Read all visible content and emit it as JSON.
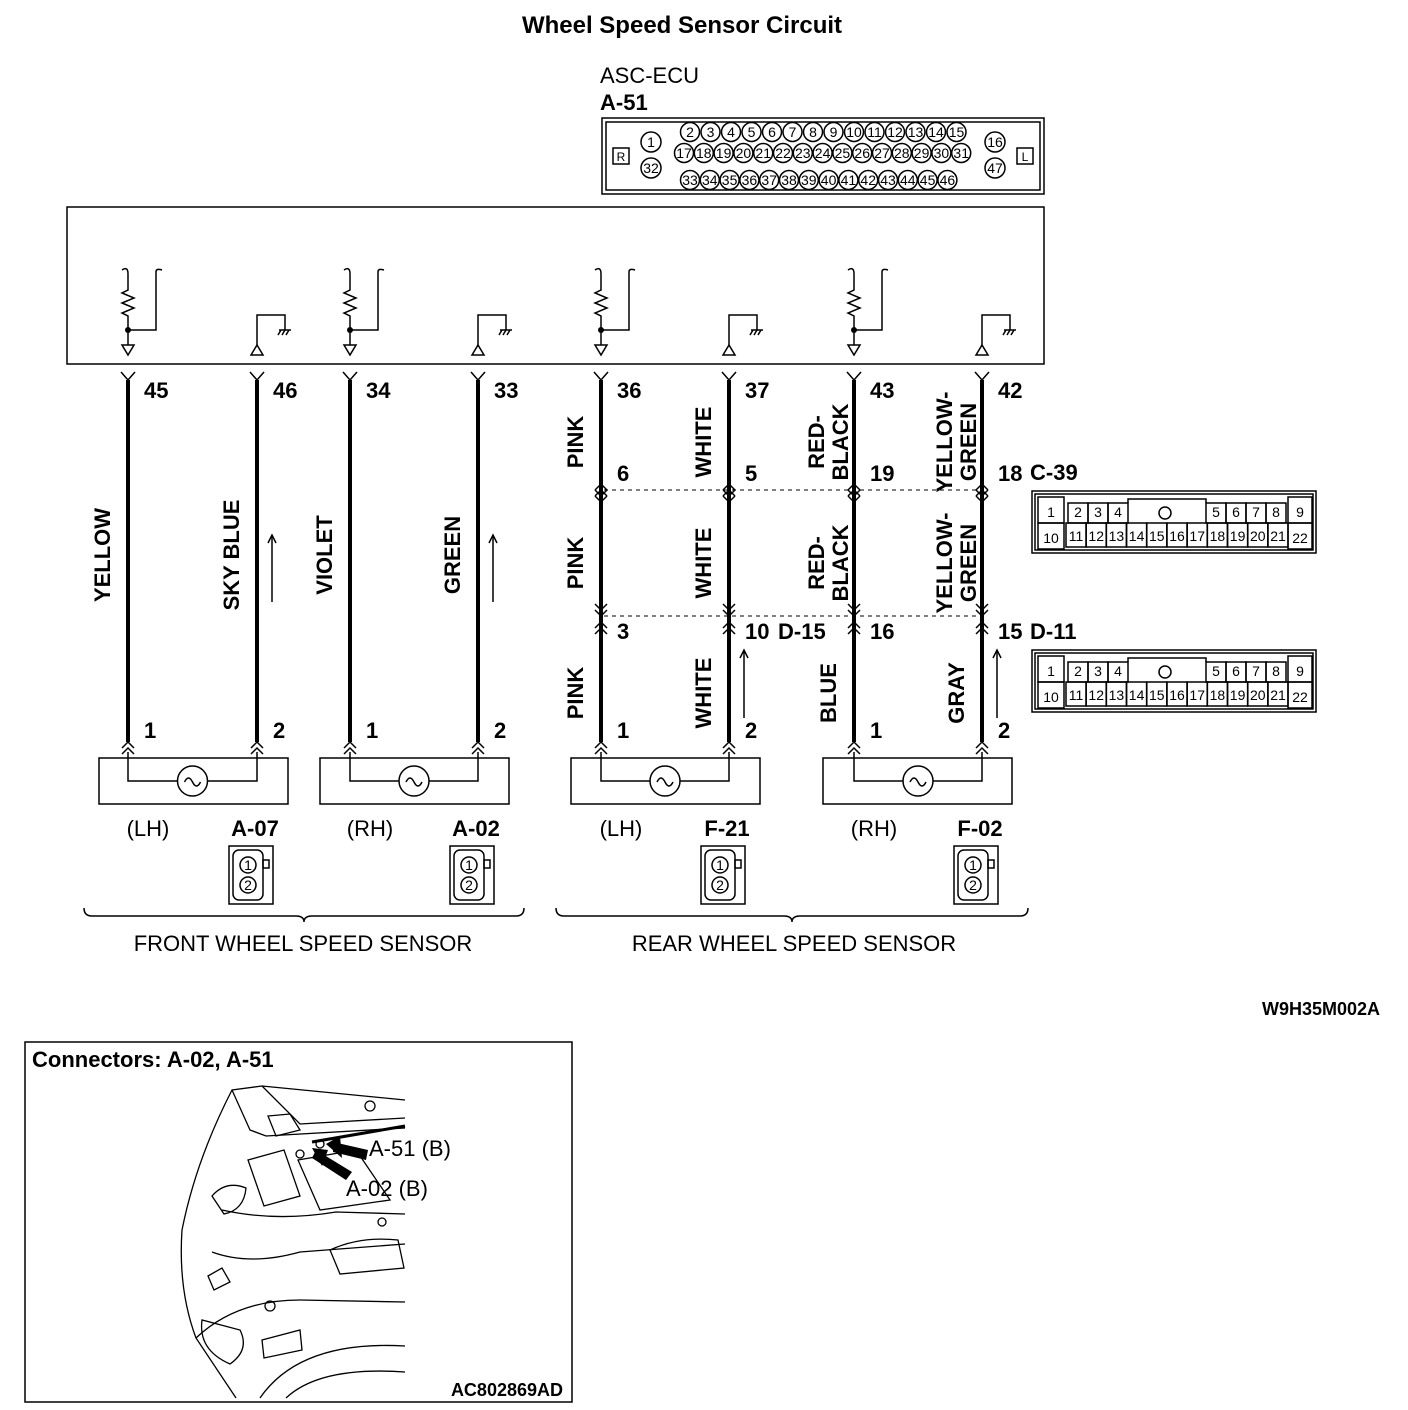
{
  "title": "Wheel Speed Sensor Circuit",
  "ecu": {
    "name": "ASC-ECU",
    "connector": "A-51",
    "side_r": "R",
    "side_l": "L",
    "top_row": [
      "2",
      "3",
      "4",
      "5",
      "6",
      "7",
      "8",
      "9",
      "10",
      "11",
      "12",
      "13",
      "14",
      "15"
    ],
    "mid_row": [
      "17",
      "18",
      "19",
      "20",
      "21",
      "22",
      "23",
      "24",
      "25",
      "26",
      "27",
      "28",
      "29",
      "30",
      "31"
    ],
    "bottom_row": [
      "33",
      "34",
      "35",
      "36",
      "37",
      "38",
      "39",
      "40",
      "41",
      "42",
      "43",
      "44",
      "45",
      "46"
    ],
    "left_pins": [
      "1",
      "32"
    ],
    "right_pins": [
      "16",
      "47"
    ]
  },
  "wires": [
    {
      "ecu_pin": "45",
      "colors": [
        "YELLOW"
      ],
      "sensor_pin": "1"
    },
    {
      "ecu_pin": "46",
      "colors": [
        "SKY BLUE"
      ],
      "sensor_pin": "2"
    },
    {
      "ecu_pin": "34",
      "colors": [
        "VIOLET"
      ],
      "sensor_pin": "1"
    },
    {
      "ecu_pin": "33",
      "colors": [
        "GREEN"
      ],
      "sensor_pin": "2"
    },
    {
      "ecu_pin": "36",
      "colors": [
        "PINK",
        "PINK",
        "PINK"
      ],
      "c39_pin": "6",
      "d_pin": "3",
      "sensor_pin": "1"
    },
    {
      "ecu_pin": "37",
      "colors": [
        "WHITE",
        "WHITE",
        "WHITE"
      ],
      "c39_pin": "5",
      "d_pin": "10",
      "sensor_pin": "2"
    },
    {
      "ecu_pin": "43",
      "colors": [
        "RED-|BLACK",
        "RED-|BLACK",
        "BLUE"
      ],
      "c39_pin": "19",
      "d_pin": "16",
      "sensor_pin": "1"
    },
    {
      "ecu_pin": "42",
      "colors": [
        "YELLOW-|GREEN",
        "YELLOW-|GREEN",
        "GRAY"
      ],
      "c39_pin": "18",
      "d_pin": "15",
      "sensor_pin": "2"
    }
  ],
  "intermediate": {
    "c39": "C-39",
    "d15": "D-15",
    "d11": "D-11",
    "c39_top": [
      "1",
      "2",
      "3",
      "4",
      "5",
      "6",
      "7",
      "8",
      "9"
    ],
    "c39_bottom": [
      "10",
      "11",
      "12",
      "13",
      "14",
      "15",
      "16",
      "17",
      "18",
      "19",
      "20",
      "21",
      "22"
    ],
    "d11_top": [
      "1",
      "2",
      "3",
      "4",
      "5",
      "6",
      "7",
      "8",
      "9"
    ],
    "d11_bottom": [
      "10",
      "11",
      "12",
      "13",
      "14",
      "15",
      "16",
      "17",
      "18",
      "19",
      "20",
      "21",
      "22"
    ]
  },
  "sensors": [
    {
      "side": "(LH)",
      "connector": "A-07"
    },
    {
      "side": "(RH)",
      "connector": "A-02"
    },
    {
      "side": "(LH)",
      "connector": "F-21"
    },
    {
      "side": "(RH)",
      "connector": "F-02"
    }
  ],
  "sensor_connector_pins": [
    "1",
    "2"
  ],
  "groups": {
    "front": "FRONT WHEEL SPEED SENSOR",
    "rear": "REAR WHEEL SPEED SENSOR"
  },
  "diagram_code": "W9H35M002A",
  "location_view": {
    "title": "Connectors: A-02, A-51",
    "callouts": [
      "A-51 (B)",
      "A-02 (B)"
    ],
    "code": "AC802869AD"
  }
}
